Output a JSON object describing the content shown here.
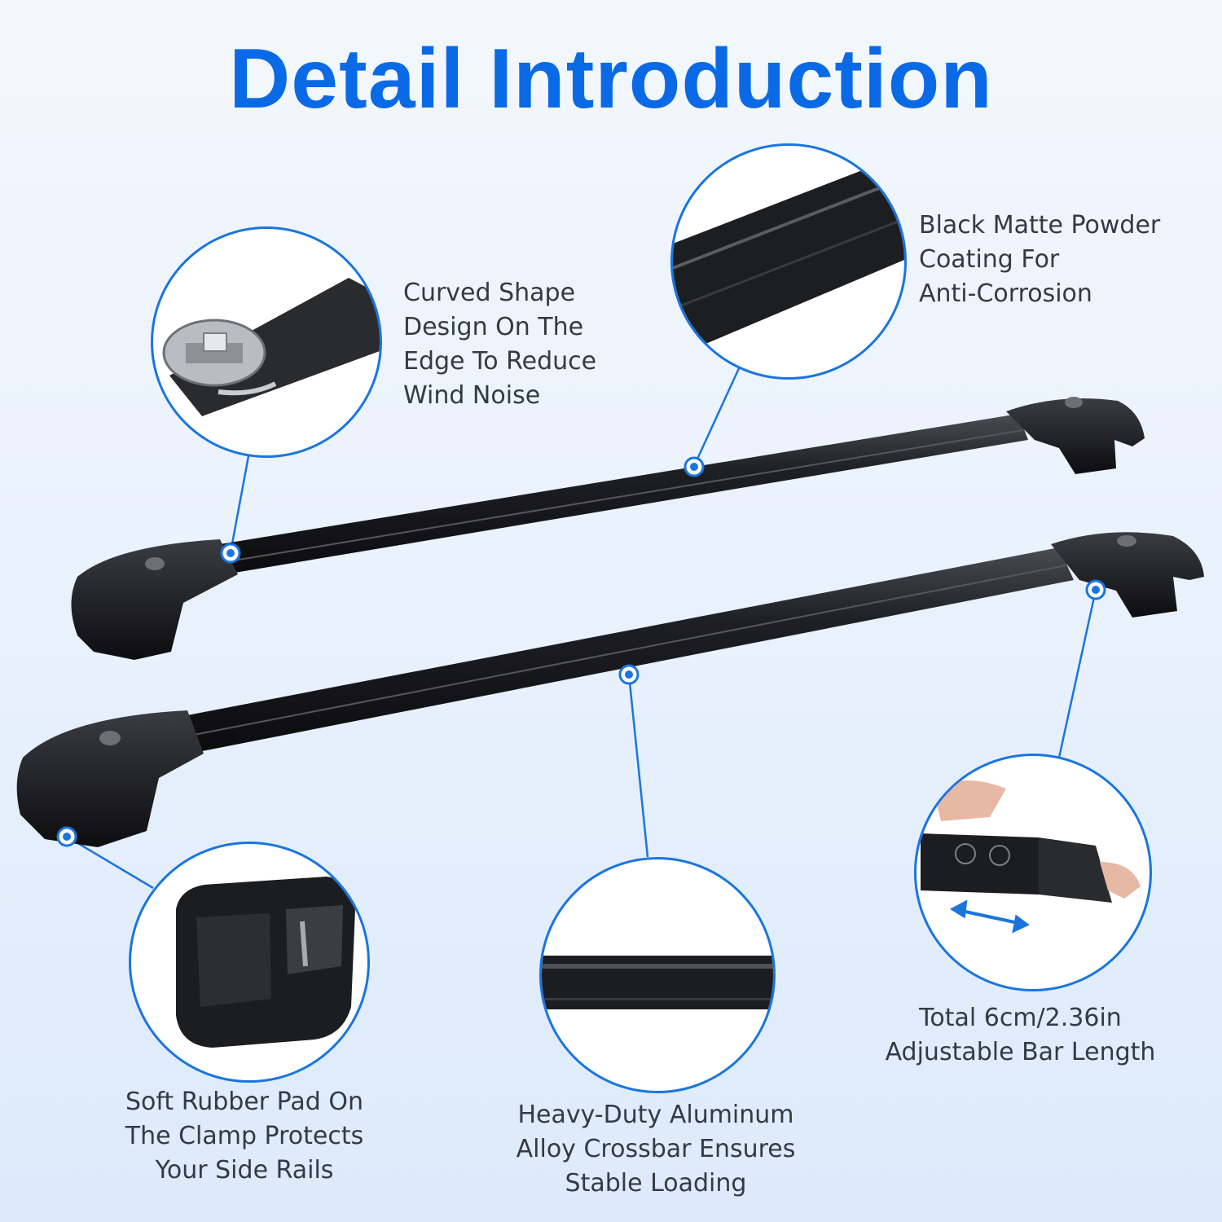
{
  "title": "Detail Introduction",
  "features": {
    "curved_shape": [
      "Curved Shape",
      "Design On The",
      "Edge To Reduce",
      "Wind Noise"
    ],
    "powder_coating": [
      "Black Matte Powder",
      "Coating For",
      "Anti-Corrosion"
    ],
    "rubber_pad": [
      "Soft Rubber Pad On",
      "The Clamp Protects",
      "Your Side Rails"
    ],
    "aluminum_alloy": [
      "Heavy-Duty Aluminum",
      "Alloy Crossbar Ensures",
      "Stable Loading"
    ],
    "adjustable_length": [
      "Total 6cm/2.36in",
      "Adjustable Bar Length"
    ]
  },
  "colors": {
    "accent": "#1a75e0",
    "title": "#0a6ae6",
    "bar": "#1b1b1e",
    "text": "#333a44"
  }
}
